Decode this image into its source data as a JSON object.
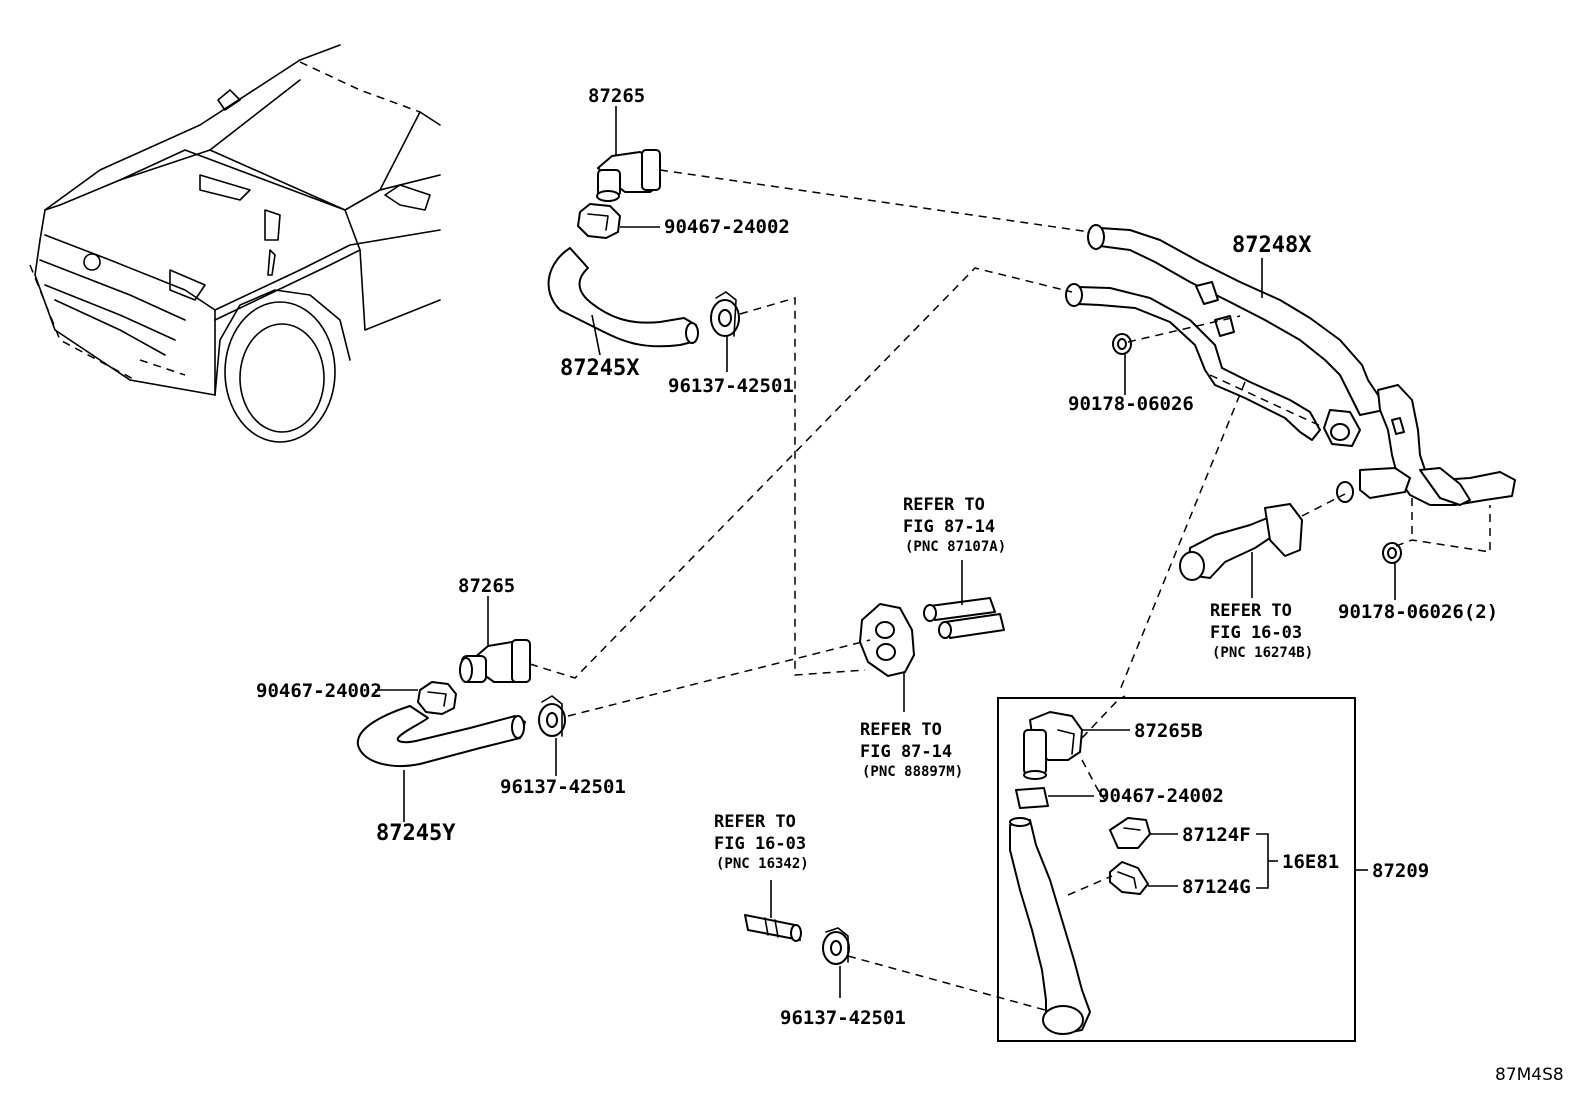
{
  "labels": {
    "p87265_top": "87265",
    "p90467_top": "90467-24002",
    "p87245x": "87245X",
    "p96137_top": "96137-42501",
    "p87248x": "87248X",
    "p90178_a": "90178-06026",
    "p90178_b": "90178-06026(2)",
    "p87265_mid": "87265",
    "p90467_mid": "90467-24002",
    "p87245y": "87245Y",
    "p96137_mid": "96137-42501",
    "p87265b": "87265B",
    "p90467_box": "90467-24002",
    "p87124f": "87124F",
    "p87124g": "87124G",
    "p16e81": "16E81",
    "p87209": "87209",
    "p96137_bot": "96137-42501"
  },
  "refs": {
    "ref_87107a": {
      "line1": "REFER TO",
      "line2": "FIG 87-14",
      "line3": "(PNC 87107A)"
    },
    "ref_16274b": {
      "line1": "REFER TO",
      "line2": "FIG 16-03",
      "line3": "(PNC 16274B)"
    },
    "ref_88897m": {
      "line1": "REFER TO",
      "line2": "FIG 87-14",
      "line3": "(PNC 88897M)"
    },
    "ref_16342": {
      "line1": "REFER TO",
      "line2": "FIG 16-03",
      "line3": "(PNC 16342)"
    }
  },
  "figure_code": "87M4S8"
}
